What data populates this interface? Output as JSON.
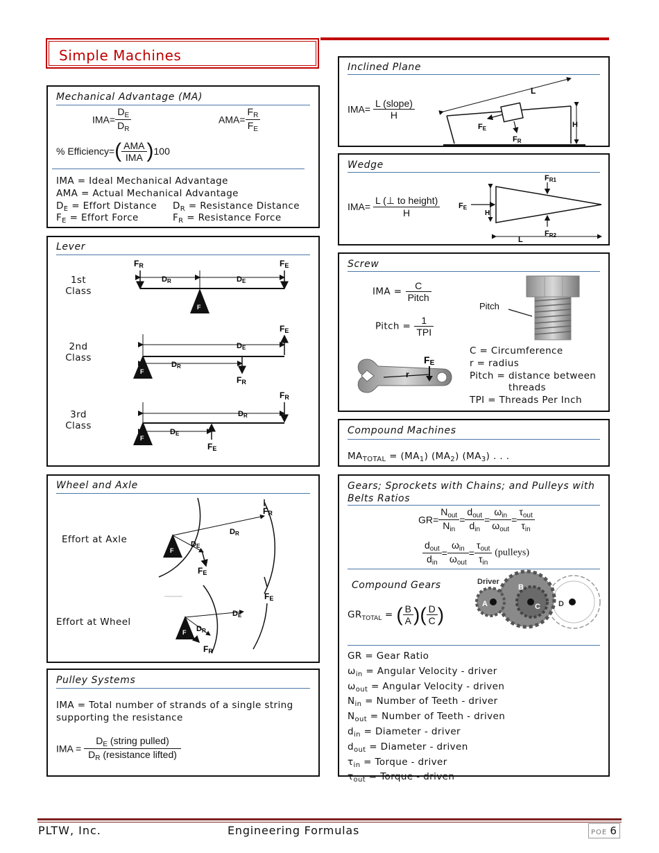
{
  "header": {
    "title": "Simple Machines"
  },
  "ma": {
    "title": "Mechanical Advantage (MA)",
    "ima_label": "IMA=",
    "ama_label": "AMA=",
    "d": "D",
    "f": "F",
    "e": "E",
    "r": "R",
    "eff_label": "% Efficiency=",
    "eff_num": "AMA",
    "eff_den": "IMA",
    "eff_mult": "100",
    "def1": "IMA = Ideal Mechanical Advantage",
    "def2": "AMA = Actual Mechanical Advantage",
    "def3a": " = Effort Distance",
    "def3b": " = Resistance Distance",
    "def4a": " = Effort Force",
    "def4b": " = Resistance Force"
  },
  "lever": {
    "title": "Lever",
    "class1": "1st\nClass",
    "class2": "2nd\nClass",
    "class3": "3rd\nClass",
    "fulcrum": "F"
  },
  "wheel": {
    "title": "Wheel and Axle",
    "effort_axle": "Effort at Axle",
    "effort_wheel": "Effort at Wheel"
  },
  "pulley": {
    "title": "Pulley Systems",
    "desc": "IMA = Total number of strands of a single string supporting the resistance",
    "ima_label": "IMA =",
    "num": " (string pulled)",
    "den": " (resistance lifted)"
  },
  "incline": {
    "title": "Inclined Plane",
    "ima_label": "IMA=",
    "num": "L (slope)",
    "den": "H",
    "lbl_l": "L",
    "lbl_h": "H"
  },
  "wedge": {
    "title": "Wedge",
    "ima_label": "IMA=",
    "num": "L (⊥ to height)",
    "den": "H",
    "lbl_l": "L",
    "lbl_h": "H"
  },
  "screw": {
    "title": "Screw",
    "ima_label": "IMA =",
    "ima_num": "C",
    "ima_den": "Pitch",
    "pitch_label": "Pitch =",
    "pitch_num": "1",
    "pitch_den": "TPI",
    "pitch_callout": "Pitch",
    "r_label": "r",
    "def1": "C = Circumference",
    "def2": "r = radius",
    "def3": "Pitch  = distance between",
    "def3b": "threads",
    "def4": "TPI = Threads Per Inch"
  },
  "compound": {
    "title": "Compound Machines",
    "ma_prefix": "MA",
    "total": "TOTAL",
    "formula": " = (MA",
    "s1": "1",
    "s2": "2",
    "s3": "3",
    "mid": ") (MA",
    "end": ") . . ."
  },
  "gears": {
    "title": "Gears; Sprockets with Chains; and Pulleys with Belts Ratios",
    "gr_label": "GR=",
    "pulleys_note": "(pulleys)",
    "compound_title": "Compound Gears",
    "driver": "Driver",
    "gear_a": "A",
    "gear_b": "B",
    "gear_c": "C",
    "gear_d": "D",
    "gr_total_label": "GR",
    "gr_total_sub": "TOTAL",
    "defs": [
      {
        "sym": "GR",
        "sub": "",
        "text": " = Gear Ratio"
      },
      {
        "sym": "ω",
        "sub": "in",
        "text": " = Angular Velocity - driver"
      },
      {
        "sym": "ω",
        "sub": "out",
        "text": " = Angular Velocity - driven"
      },
      {
        "sym": "N",
        "sub": "in",
        "text": " = Number of Teeth - driver"
      },
      {
        "sym": "N",
        "sub": "out",
        "text": " = Number of Teeth - driven"
      },
      {
        "sym": "d",
        "sub": "in",
        "text": " = Diameter - driver"
      },
      {
        "sym": "d",
        "sub": "out",
        "text": " = Diameter - driven"
      },
      {
        "sym": "τ",
        "sub": "in",
        "text": " = Torque - driver"
      },
      {
        "sym": "τ",
        "sub": "out",
        "text": " = Torque - driven"
      }
    ]
  },
  "footer": {
    "left": "PLTW, Inc.",
    "center": "Engineering Formulas",
    "tag": "POE",
    "page": "6"
  },
  "colors": {
    "accent": "#c00000",
    "rule": "#4a76a8",
    "footer_rule": "#7a1f1f"
  }
}
